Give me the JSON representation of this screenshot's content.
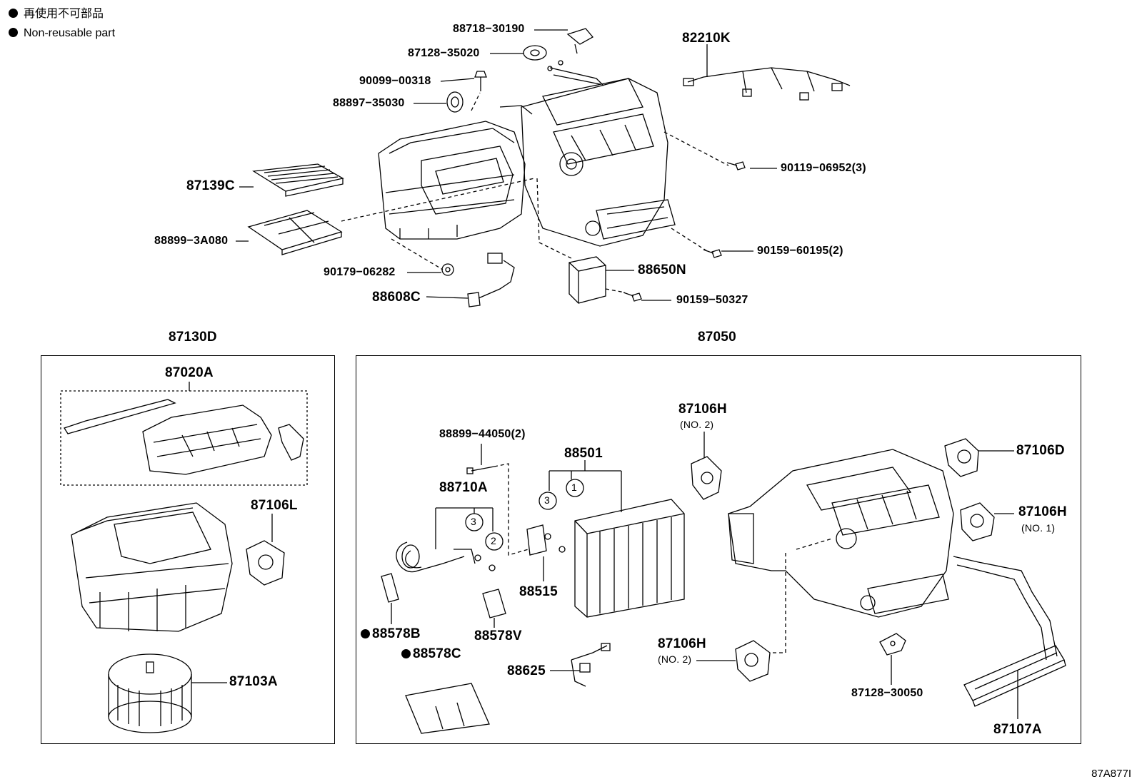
{
  "legend": {
    "ja": "再使用不可部品",
    "en": "Non-reusable part"
  },
  "top_labels": {
    "p88718": "88718−30190",
    "p87128a": "87128−35020",
    "p90099": "90099−00318",
    "p88897": "88897−35030",
    "p82210": "82210K",
    "p90119": "90119−06952(3)",
    "p87139": "87139C",
    "p88899a": "88899−3A080",
    "p90159a": "90159−60195(2)",
    "p90179": "90179−06282",
    "p88650": "88650N",
    "p88608": "88608C",
    "p90159b": "90159−50327"
  },
  "left_box": {
    "title": "87130D",
    "sub": "87020A",
    "p87106L": "87106L",
    "p87103A": "87103A"
  },
  "right_box": {
    "title": "87050",
    "p88899b": "88899−44050(2)",
    "p88501": "88501",
    "p88710A": "88710A",
    "p88515": "88515",
    "p88578B": "88578B",
    "p88578V": "88578V",
    "p88578C": "88578C",
    "p88625": "88625",
    "p87106H_no2_top": "87106H",
    "no2_top": "(NO. 2)",
    "p87106D": "87106D",
    "p87106H_no1": "87106H",
    "no1": "(NO. 1)",
    "p87106H_no2_bot": "87106H",
    "no2_bot": "(NO. 2)",
    "p87128b": "87128−30050",
    "p87107A": "87107A",
    "c1": "1",
    "c2": "2",
    "c3a": "3",
    "c3b": "3"
  },
  "ref": "87A877I"
}
